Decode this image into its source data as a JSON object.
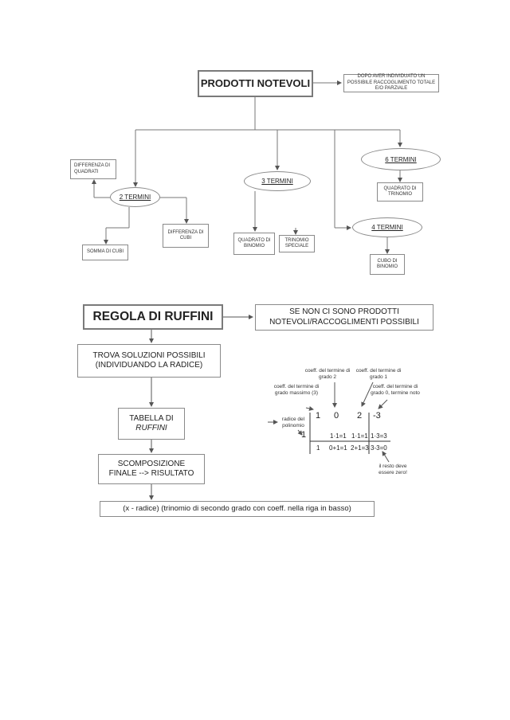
{
  "prodotti": {
    "title": "PRODOTTI NOTEVOLI",
    "note": "DOPO AVER INDIVIDUATO UN POSSIBILE RACCOGLIMENTO TOTALE E/O PARZIALE",
    "due_termini": "2 TERMINI",
    "tre_termini": "3 TERMINI",
    "quattro_termini": "4 TERMINI",
    "sei_termini": "6 TERMINI",
    "differenza_quadrati": "DIFFERENZA DI QUADRATI",
    "somma_cubi": "SOMMA DI CUBI",
    "differenza_cubi": "DIFFERENZA DI CUBI",
    "quadrato_binomio": "QUADRATO DI BINOMIO",
    "trinomio_speciale": "TRINOMIO SPECIALE",
    "cubo_binomio": "CUBO DI BINOMIO",
    "quadrato_trinomio": "QUADRATO DI TRINOMIO"
  },
  "ruffini": {
    "title": "REGOLA DI RUFFINI",
    "condition": "SE NON CI SONO PRODOTTI NOTEVOLI/RACCOGLIMENTI POSSIBILI",
    "step1": "TROVA SOLUZIONI POSSIBILI (INDIVIDUANDO LA RADICE)",
    "step2_line1": "TABELLA DI",
    "step2_line2": "RUFFINI",
    "step3": "SCOMPOSIZIONE FINALE --> RISULTATO",
    "result": "(x - radice) (trinomio di secondo grado con coeff. nella riga in basso)"
  },
  "table": {
    "label_grado2": "coeff. del termine di grado 2",
    "label_grado1": "coeff. del termine di grado 1",
    "label_massimo": "coeff. del termine di grado massimo (3)",
    "label_noto": "coeff. del termine di grado 0, termine noto",
    "label_radice": "radice del polinomio",
    "label_resto": "il resto deve essere zero!",
    "coefficients": [
      "1",
      "0",
      "2",
      "-3"
    ],
    "root": "1",
    "middle_row": [
      "1·1=1",
      "1·1=1",
      "1·3=3"
    ],
    "bottom_row": [
      "1",
      "0+1=1",
      "2+1=3",
      "3-3=0"
    ]
  }
}
